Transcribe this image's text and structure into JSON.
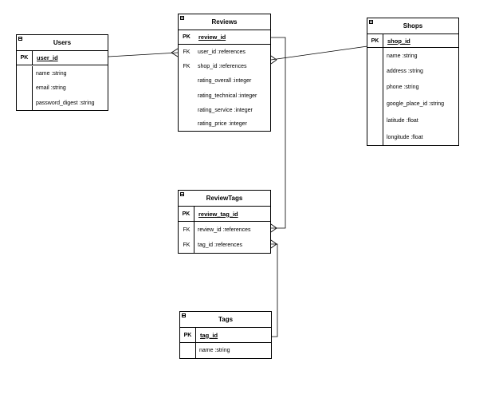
{
  "entities": {
    "users": {
      "title": "Users",
      "pk_label": "PK",
      "pk_field": "user_id",
      "fields": [
        {
          "key": "",
          "name": "name :string"
        },
        {
          "key": "",
          "name": "email :string"
        },
        {
          "key": "",
          "name": "password_digest :string"
        }
      ]
    },
    "reviews": {
      "title": "Reviews",
      "pk_label": "PK",
      "pk_field": "review_id",
      "fields": [
        {
          "key": "FK",
          "name": "user_id :references"
        },
        {
          "key": "FK",
          "name": "shop_id :references"
        },
        {
          "key": "",
          "name": "rating_overall :integer"
        },
        {
          "key": "",
          "name": "rating_technical :integer"
        },
        {
          "key": "",
          "name": "rating_service :integer"
        },
        {
          "key": "",
          "name": "rating_price :integer"
        }
      ]
    },
    "shops": {
      "title": "Shops",
      "pk_label": "PK",
      "pk_field": "shop_id",
      "fields": [
        {
          "key": "",
          "name": "name :string"
        },
        {
          "key": "",
          "name": "address :string"
        },
        {
          "key": "",
          "name": "phone :string"
        },
        {
          "key": "",
          "name": "google_place_id :string"
        },
        {
          "key": "",
          "name": "latitude :float"
        },
        {
          "key": "",
          "name": "longitude :float"
        }
      ]
    },
    "review_tags": {
      "title": "ReviewTags",
      "pk_label": "PK",
      "pk_field": "review_tag_id",
      "fields": [
        {
          "key": "FK",
          "name": "review_id :references"
        },
        {
          "key": "FK",
          "name": "tag_id :references"
        }
      ]
    },
    "tags": {
      "title": "Tags",
      "pk_label": "PK",
      "pk_field": "tag_id",
      "fields": [
        {
          "key": "",
          "name": "name :string"
        }
      ]
    }
  },
  "relationships": [
    {
      "from": "users",
      "to": "reviews",
      "to_field": "user_id :references"
    },
    {
      "from": "shops",
      "to": "reviews",
      "to_field": "shop_id :references"
    },
    {
      "from": "reviews",
      "to": "review_tags",
      "to_field": "review_id :references"
    },
    {
      "from": "tags",
      "to": "review_tags",
      "to_field": "tag_id :references"
    }
  ]
}
